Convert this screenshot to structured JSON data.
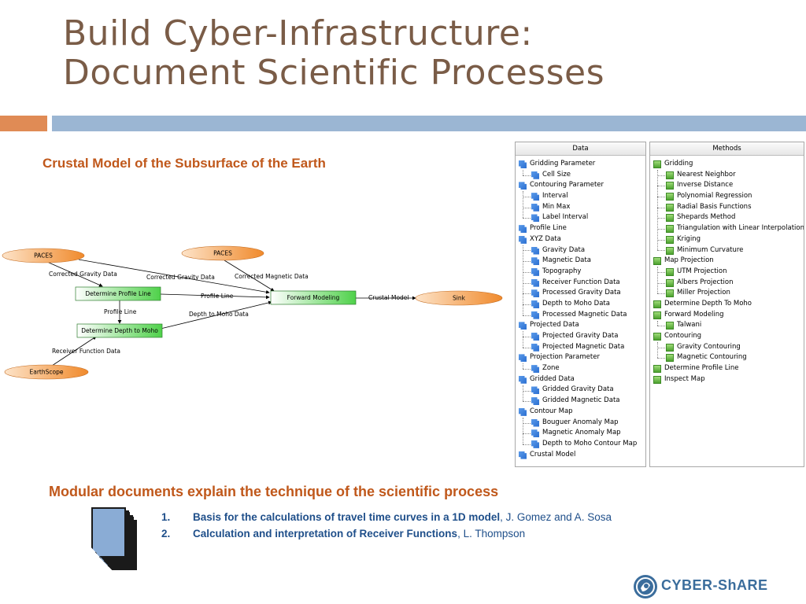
{
  "title": {
    "line1": "Build Cyber-Infrastructure:",
    "line2": "Document Scientific Processes"
  },
  "headings": {
    "crustal": "Crustal Model of the Subsurface of the Earth",
    "modular": "Modular documents explain the technique of the scientific process"
  },
  "diagram": {
    "nodes": {
      "paces_left": "PACES",
      "paces_top": "PACES",
      "earthscope": "EarthScope",
      "determine_profile_line": "Determine Profile Line",
      "determine_depth_to_moho": "Determine Depth to Moho",
      "forward_modeling": "Forward Modeling",
      "sink": "Sink"
    },
    "edges": {
      "corrected_gravity_left": "Corrected Gravity Data",
      "corrected_gravity_mid": "Corrected Gravity Data",
      "corrected_magnetic": "Corrected Magnetic Data",
      "profile_line_right": "Profile Line",
      "profile_line_down": "Profile Line",
      "depth_to_moho": "Depth to Moho Data",
      "crustal_model": "Crustal Model",
      "receiver_function": "Receiver Function Data"
    },
    "colors": {
      "ellipse_light": "#fde3c8",
      "ellipse_dark": "#f08a2c",
      "box_light": "#ffffff",
      "box_green": "#4fd14a"
    }
  },
  "data_panel": {
    "header": "Data",
    "items": [
      {
        "label": "Gridding Parameter",
        "level": 0,
        "icon": "blue-arrow-icon"
      },
      {
        "label": "Cell Size",
        "level": 1,
        "icon": "blue-arrow-icon"
      },
      {
        "label": "Contouring Parameter",
        "level": 0,
        "icon": "blue-arrow-icon"
      },
      {
        "label": "Interval",
        "level": 1,
        "icon": "blue-arrow-icon"
      },
      {
        "label": "Min Max",
        "level": 1,
        "icon": "blue-arrow-icon"
      },
      {
        "label": "Label Interval",
        "level": 1,
        "icon": "blue-arrow-icon"
      },
      {
        "label": "Profile Line",
        "level": 0,
        "icon": "blue-arrow-icon"
      },
      {
        "label": "XYZ Data",
        "level": 0,
        "icon": "blue-arrow-icon"
      },
      {
        "label": "Gravity Data",
        "level": 1,
        "icon": "blue-arrow-icon"
      },
      {
        "label": "Magnetic Data",
        "level": 1,
        "icon": "blue-arrow-icon"
      },
      {
        "label": "Topography",
        "level": 1,
        "icon": "blue-arrow-icon"
      },
      {
        "label": "Receiver Function Data",
        "level": 1,
        "icon": "blue-arrow-icon"
      },
      {
        "label": "Processed Gravity Data",
        "level": 1,
        "icon": "blue-arrow-icon"
      },
      {
        "label": "Depth to Moho Data",
        "level": 1,
        "icon": "blue-arrow-icon"
      },
      {
        "label": "Processed Magnetic Data",
        "level": 1,
        "icon": "blue-arrow-icon"
      },
      {
        "label": "Projected Data",
        "level": 0,
        "icon": "blue-arrow-icon"
      },
      {
        "label": "Projected Gravity Data",
        "level": 1,
        "icon": "blue-arrow-icon"
      },
      {
        "label": "Projected Magnetic Data",
        "level": 1,
        "icon": "blue-arrow-icon"
      },
      {
        "label": "Projection Parameter",
        "level": 0,
        "icon": "blue-arrow-icon"
      },
      {
        "label": "Zone",
        "level": 1,
        "icon": "blue-arrow-icon"
      },
      {
        "label": "Gridded Data",
        "level": 0,
        "icon": "blue-arrow-icon"
      },
      {
        "label": "Gridded Gravity Data",
        "level": 1,
        "icon": "blue-arrow-icon"
      },
      {
        "label": "Gridded Magnetic Data",
        "level": 1,
        "icon": "blue-arrow-icon"
      },
      {
        "label": "Contour Map",
        "level": 0,
        "icon": "blue-arrow-icon"
      },
      {
        "label": "Bouguer Anomaly Map",
        "level": 1,
        "icon": "blue-arrow-icon"
      },
      {
        "label": "Magnetic Anomaly Map",
        "level": 1,
        "icon": "blue-arrow-icon"
      },
      {
        "label": "Depth to Moho Contour Map",
        "level": 1,
        "icon": "blue-arrow-icon"
      },
      {
        "label": "Crustal Model",
        "level": 0,
        "icon": "blue-arrow-icon"
      }
    ]
  },
  "methods_panel": {
    "header": "Methods",
    "items": [
      {
        "label": "Gridding",
        "level": 0,
        "icon": "green-square-icon"
      },
      {
        "label": "Nearest Neighbor",
        "level": 1,
        "icon": "green-square-icon"
      },
      {
        "label": "Inverse Distance",
        "level": 1,
        "icon": "green-square-icon"
      },
      {
        "label": "Polynomial Regression",
        "level": 1,
        "icon": "green-square-icon"
      },
      {
        "label": "Radial Basis Functions",
        "level": 1,
        "icon": "green-square-icon"
      },
      {
        "label": "Shepards Method",
        "level": 1,
        "icon": "green-square-icon"
      },
      {
        "label": "Triangulation with Linear Interpolation",
        "level": 1,
        "icon": "green-square-icon"
      },
      {
        "label": "Kriging",
        "level": 1,
        "icon": "green-square-icon"
      },
      {
        "label": "Minimum Curvature",
        "level": 1,
        "icon": "green-square-icon"
      },
      {
        "label": "Map Projection",
        "level": 0,
        "icon": "green-square-icon"
      },
      {
        "label": "UTM Projection",
        "level": 1,
        "icon": "green-square-icon"
      },
      {
        "label": "Albers Projection",
        "level": 1,
        "icon": "green-square-icon"
      },
      {
        "label": "Miller Projection",
        "level": 1,
        "icon": "green-square-icon"
      },
      {
        "label": "Determine Depth To Moho",
        "level": 0,
        "icon": "green-square-icon"
      },
      {
        "label": "Forward Modeling",
        "level": 0,
        "icon": "green-square-icon"
      },
      {
        "label": "Talwani",
        "level": 1,
        "icon": "green-square-icon"
      },
      {
        "label": "Contouring",
        "level": 0,
        "icon": "green-square-icon"
      },
      {
        "label": "Gravity Contouring",
        "level": 1,
        "icon": "green-square-icon"
      },
      {
        "label": "Magnetic Contouring",
        "level": 1,
        "icon": "green-square-icon"
      },
      {
        "label": "Determine Profile Line",
        "level": 0,
        "icon": "green-square-icon"
      },
      {
        "label": "Inspect Map",
        "level": 0,
        "icon": "green-square-icon"
      }
    ]
  },
  "references": [
    {
      "num": "1.",
      "title": "Basis for the calculations of travel time curves in a 1D model",
      "authors": ", J. Gomez and A. Sosa"
    },
    {
      "num": "2.",
      "title": "Calculation and interpretation of Receiver Functions",
      "authors": ", L. Thompson"
    }
  ],
  "logo": {
    "text": "CYBER-ShARE",
    "icon": "cyber-share-logo-icon"
  },
  "colors": {
    "title": "#7a5c47",
    "heading": "#c0581b",
    "reference_text": "#1f4f8a",
    "bar_orange": "#e08b55",
    "bar_blue": "#9bb6d3"
  }
}
